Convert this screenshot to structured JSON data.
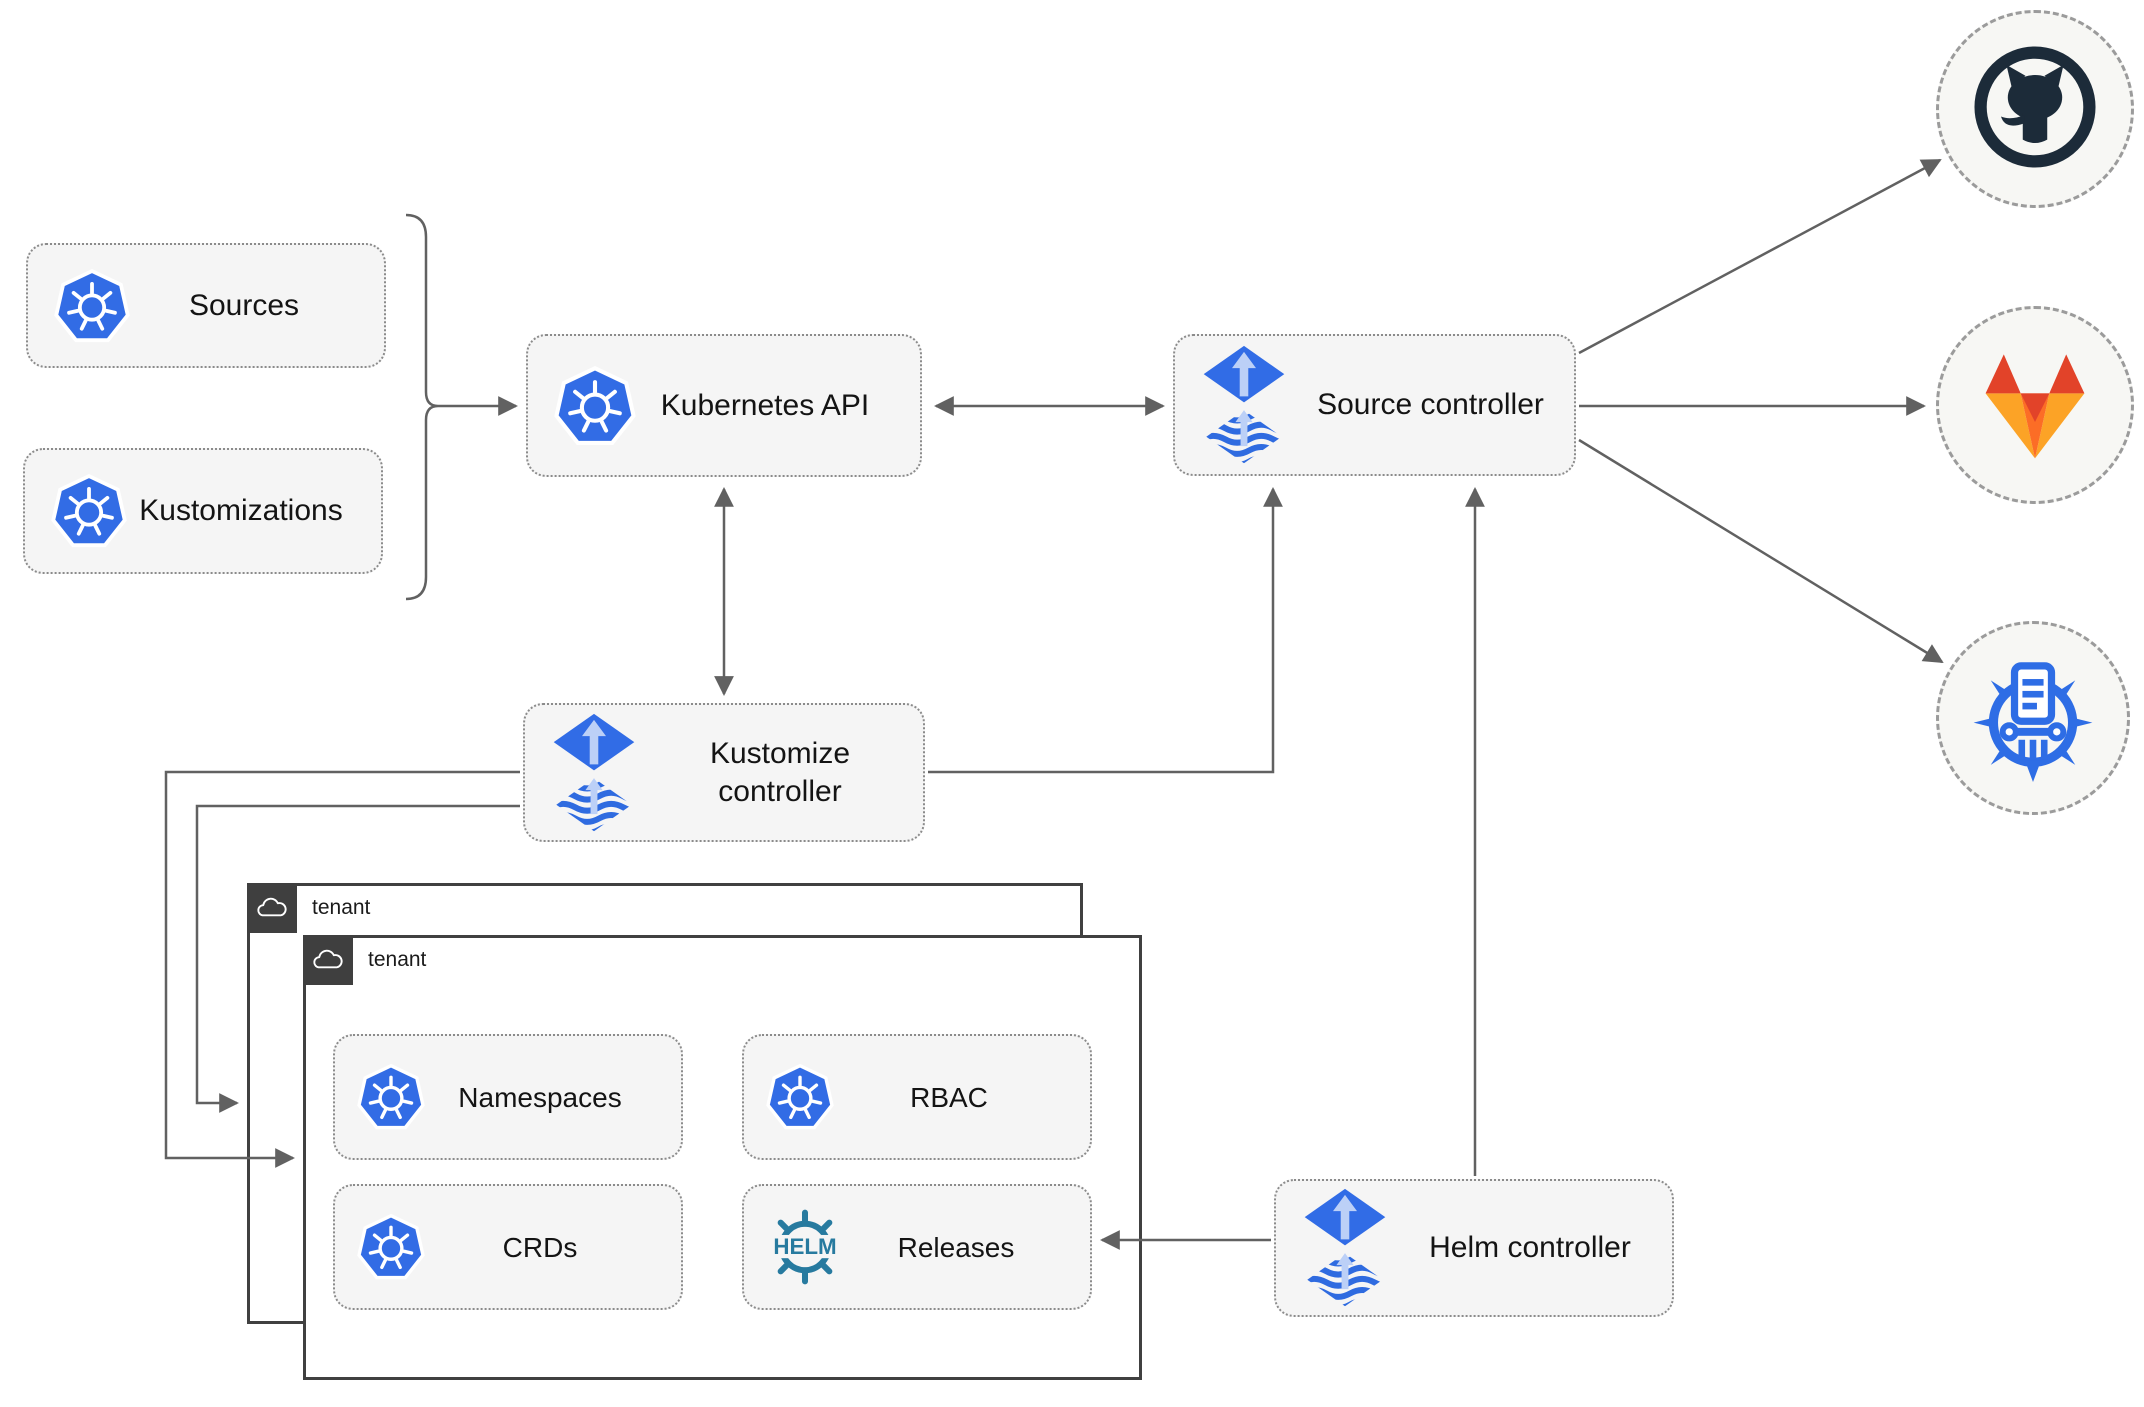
{
  "nodes": {
    "sources": {
      "label": "Sources",
      "icon": "kubernetes-icon"
    },
    "kustomizations": {
      "label": "Kustomizations",
      "icon": "kubernetes-icon"
    },
    "kubernetes_api": {
      "label": "Kubernetes API",
      "icon": "kubernetes-icon"
    },
    "source_controller": {
      "label": "Source controller",
      "icon": "flux-icon"
    },
    "kustomize_controller": {
      "label": "Kustomize controller",
      "icon": "flux-icon"
    },
    "helm_controller": {
      "label": "Helm controller",
      "icon": "flux-icon"
    }
  },
  "tenants": {
    "back": {
      "label": "tenant",
      "icon": "cloud-icon"
    },
    "front": {
      "label": "tenant",
      "icon": "cloud-icon"
    }
  },
  "tenant_resources": {
    "namespaces": {
      "label": "Namespaces",
      "icon": "kubernetes-icon"
    },
    "rbac": {
      "label": "RBAC",
      "icon": "kubernetes-icon"
    },
    "crds": {
      "label": "CRDs",
      "icon": "kubernetes-icon"
    },
    "releases": {
      "label": "Releases",
      "icon": "helm-icon",
      "icon_text": "HELM"
    }
  },
  "externals": {
    "github": {
      "icon": "github-icon"
    },
    "gitlab": {
      "icon": "gitlab-icon"
    },
    "chartmuseum": {
      "icon": "chartmuseum-icon"
    }
  },
  "colors": {
    "kubernetes_blue": "#326ce5",
    "flux_blue": "#316ce6",
    "flux_arrow_light": "#bcd0f7",
    "helm_teal": "#277a9f",
    "github_dark": "#1c2b39",
    "gitlab_red_orange": "#e24329",
    "gitlab_orange": "#fc6d26",
    "gitlab_yellow_orange": "#fca326",
    "chartmuseum_blue": "#2e6de5",
    "wire_gray": "#616161",
    "node_fill": "#f5f5f5",
    "tenant_border_dark": "#3f3f3f",
    "canvas_bg": "#ffffff"
  }
}
